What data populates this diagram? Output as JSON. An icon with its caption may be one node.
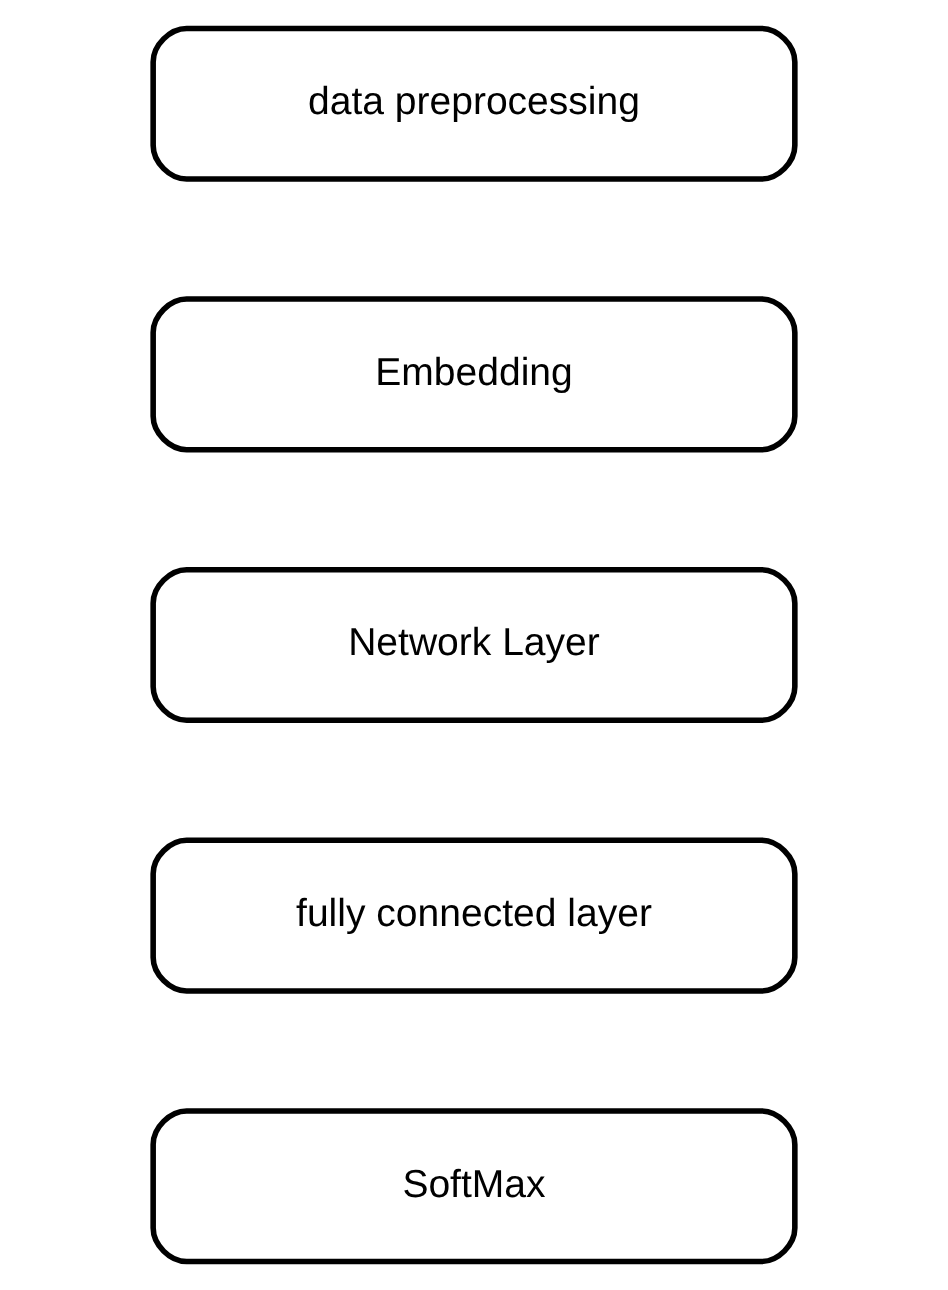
{
  "diagram": {
    "nodes": [
      {
        "text": [
          "data preprocessing"
        ]
      },
      {
        "text": [
          "Embedding"
        ]
      },
      {
        "text": [
          "Network Layer"
        ]
      },
      {
        "text": [
          "fully connected layer"
        ]
      },
      {
        "text": [
          "SoftMax"
        ]
      }
    ]
  }
}
